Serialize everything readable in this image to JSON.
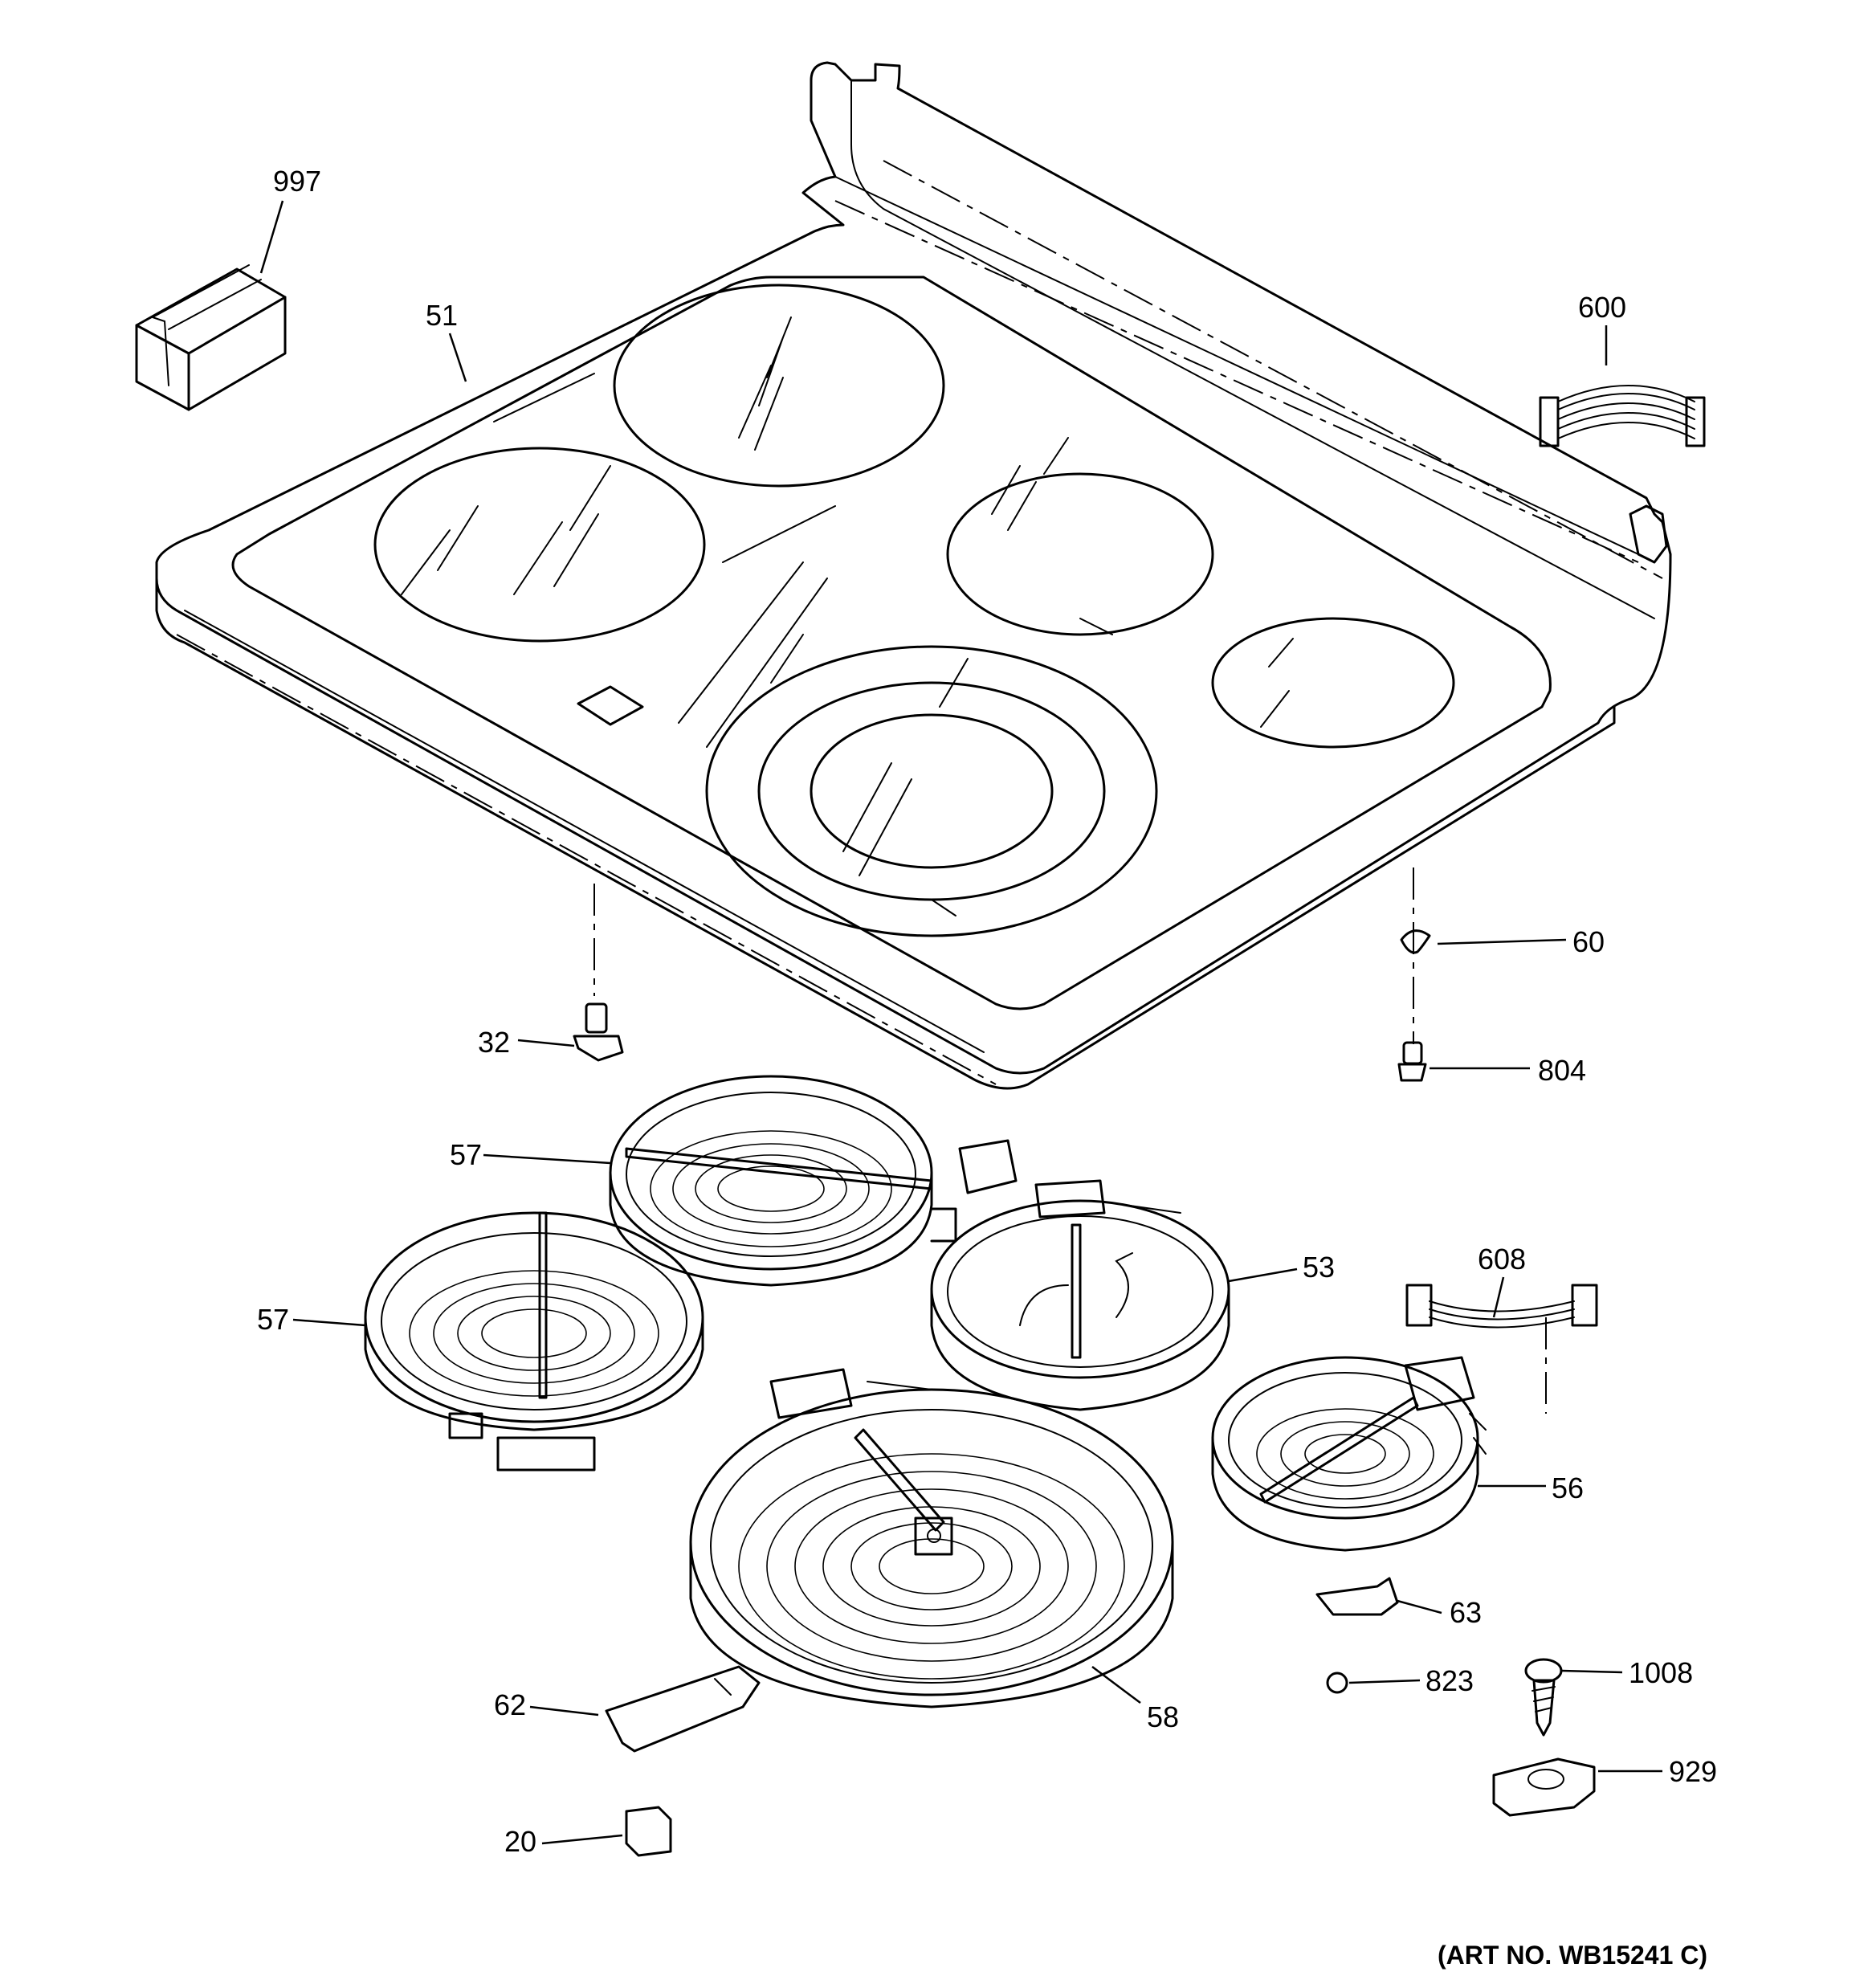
{
  "callouts": [
    {
      "id": "997",
      "text": "997"
    },
    {
      "id": "51",
      "text": "51"
    },
    {
      "id": "600",
      "text": "600"
    },
    {
      "id": "60",
      "text": "60"
    },
    {
      "id": "32",
      "text": "32"
    },
    {
      "id": "804",
      "text": "804"
    },
    {
      "id": "57a",
      "text": "57"
    },
    {
      "id": "57b",
      "text": "57"
    },
    {
      "id": "53",
      "text": "53"
    },
    {
      "id": "608",
      "text": "608"
    },
    {
      "id": "56",
      "text": "56"
    },
    {
      "id": "63",
      "text": "63"
    },
    {
      "id": "823",
      "text": "823"
    },
    {
      "id": "1008",
      "text": "1008"
    },
    {
      "id": "62",
      "text": "62"
    },
    {
      "id": "58",
      "text": "58"
    },
    {
      "id": "929",
      "text": "929"
    },
    {
      "id": "20",
      "text": "20"
    }
  ],
  "art_number": "(ART NO. WB15241 C)"
}
